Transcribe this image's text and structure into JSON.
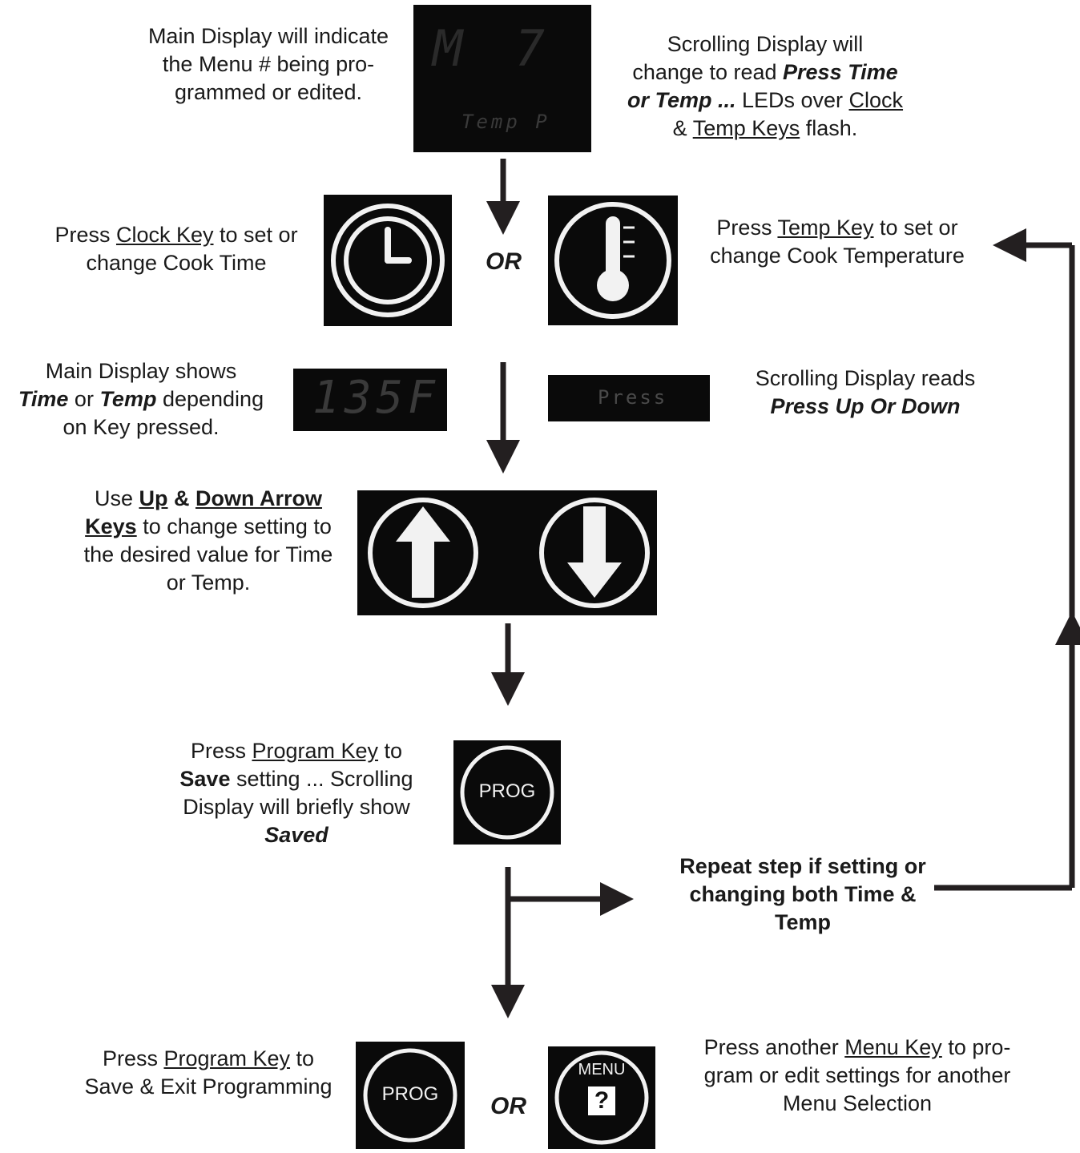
{
  "step1": {
    "left": {
      "line1": "Main Display will indicate",
      "line2": "the Menu # being pro-",
      "line3": "grammed or edited."
    },
    "display": {
      "main": "M  7",
      "scroll": "Temp  P"
    },
    "right": {
      "line1": "Scrolling Display will",
      "line2a": "change to read ",
      "line2b": "Press Time",
      "line3a": "or Temp ...",
      "line3b": " LEDs over ",
      "line3c": "Clock",
      "line4a": "& ",
      "line4b": "Temp Keys",
      "line4c": " flash."
    }
  },
  "step2": {
    "left": {
      "line1a": "Press ",
      "line1b": "Clock Key",
      "line1c": " to set or",
      "line2": "change Cook Time"
    },
    "or": "OR",
    "right": {
      "line1a": "Press ",
      "line1b": "Temp Key",
      "line1c": " to set or",
      "line2": "change Cook Temperature"
    }
  },
  "step3": {
    "left": {
      "line1": "Main Display shows",
      "line2a": "Time",
      "line2b": " or ",
      "line2c": "Temp",
      "line2d": " depending",
      "line3": "on Key pressed."
    },
    "main_display": "135F",
    "scroll_display": "Press",
    "right": {
      "line1": "Scrolling Display reads",
      "line2": "Press Up Or Down"
    }
  },
  "step4": {
    "line1a": "Use ",
    "line1b": "Up",
    "line1c": " & ",
    "line1d": "Down Arrow",
    "line2a": "Keys",
    "line2b": " to change setting to",
    "line3": "the desired value for Time",
    "line4": "or Temp."
  },
  "step5": {
    "line1a": "Press ",
    "line1b": "Program Key",
    "line1c": " to",
    "line2a": "Save",
    "line2b": " setting ... Scrolling",
    "line3": "Display will briefly show",
    "line4": "Saved",
    "key_label": "PROG"
  },
  "repeat": {
    "line1": "Repeat step if setting or",
    "line2": "changing both Time &",
    "line3": "Temp"
  },
  "step6": {
    "left": {
      "line1a": "Press ",
      "line1b": "Program Key",
      "line1c": " to",
      "line2": "Save & Exit Programming"
    },
    "prog_label": "PROG",
    "or": "OR",
    "menu_label": "MENU",
    "menu_q": "?",
    "right": {
      "line1a": "Press another ",
      "line1b": "Menu Key",
      "line1c": " to pro-",
      "line2": "gram or edit settings for another",
      "line3": "Menu Selection"
    }
  }
}
